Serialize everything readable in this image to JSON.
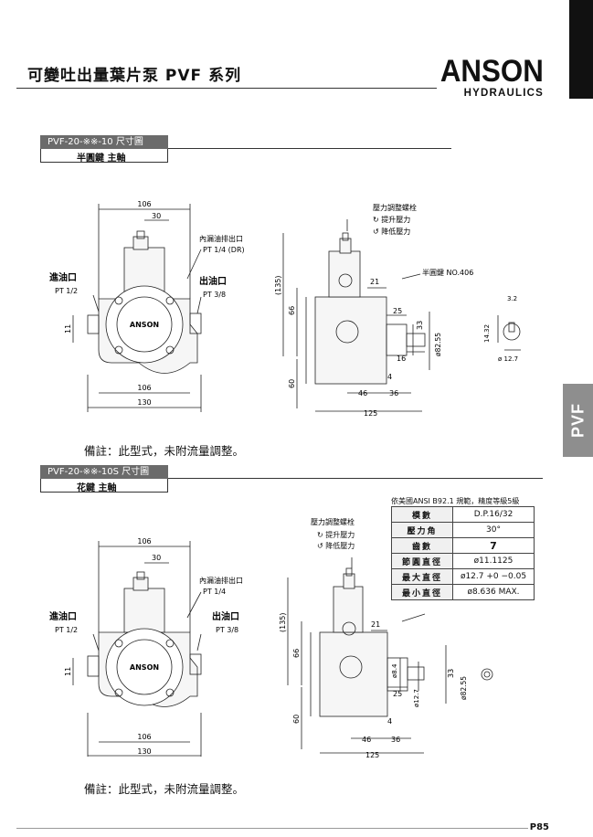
{
  "header": {
    "title": "可變吐出量葉片泵 PVF 系列",
    "brand": "ANSON",
    "brand_sub": "HYDRAULICS"
  },
  "side_tab": "PVF",
  "section1": {
    "title": "PVF-20-※※-10 尺寸圖",
    "subtitle": "半圓鍵 主軸",
    "note": "備註：此型式，未附流量調整。",
    "front": {
      "dim_106": "106",
      "dim_30": "30",
      "dim_130": "130",
      "dim_11": "11",
      "drain_label": "內漏油排出口",
      "drain_size": "PT 1/4 (DR)",
      "inlet_label": "進油口",
      "inlet_size": "PT 1/2",
      "outlet_label": "出油口",
      "outlet_size": "PT 3/8",
      "body_logo": "ANSON"
    },
    "side": {
      "adjust_label": "壓力調整螺栓",
      "inc_label": "提升壓力",
      "dec_label": "降低壓力",
      "key_label": "半圓鍵 NO.406",
      "dim_135": "(135)",
      "dim_66": "66",
      "dim_60": "60",
      "dim_21": "21",
      "dim_25": "25",
      "dim_33": "33",
      "dim_shaft": "ø82.55",
      "dim_16": "16",
      "dim_4": "4",
      "dim_46": "46",
      "dim_36": "36",
      "dim_125": "125"
    },
    "key": {
      "dim_w": "3.2",
      "dim_h": "14.32",
      "dim_d": "ø 12.7"
    }
  },
  "section2": {
    "title": "PVF-20-※※-10S  尺寸圖",
    "subtitle": "花鍵 主軸",
    "note": "備註：此型式，未附流量調整。",
    "front": {
      "dim_106": "106",
      "dim_30": "30",
      "dim_130": "130",
      "dim_11": "11",
      "drain_label": "內漏油排出口",
      "drain_size": "PT 1/4",
      "inlet_label": "進油口",
      "inlet_size": "PT 1/2",
      "outlet_label": "出油口",
      "outlet_size": "PT 3/8",
      "body_logo": "ANSON"
    },
    "side": {
      "adjust_label": "壓力調整螺栓",
      "inc_label": "提升壓力",
      "dec_label": "降低壓力",
      "dim_135": "(135)",
      "dim_66": "66",
      "dim_60": "60",
      "dim_21": "21",
      "dim_25": "25",
      "dim_33": "33",
      "dim_84": "ø8.4",
      "dim_127": "ø12.7",
      "dim_shaft": "ø82.55",
      "dim_4": "4",
      "dim_46": "46",
      "dim_36": "36",
      "dim_125": "125"
    },
    "spec": {
      "caption": "依美國ANSI  B92.1 規範，精度等級5級",
      "rows": [
        {
          "k": "模數",
          "v": "D.P.16/32"
        },
        {
          "k": "壓力角",
          "v": "30°"
        },
        {
          "k": "齒數",
          "v": "7"
        },
        {
          "k": "節圓直徑",
          "v": "ø11.1125"
        },
        {
          "k": "最大直徑",
          "v": "ø12.7 +0 −0.05"
        },
        {
          "k": "最小直徑",
          "v": "ø8.636 MAX."
        }
      ]
    }
  },
  "page_number": "P85"
}
